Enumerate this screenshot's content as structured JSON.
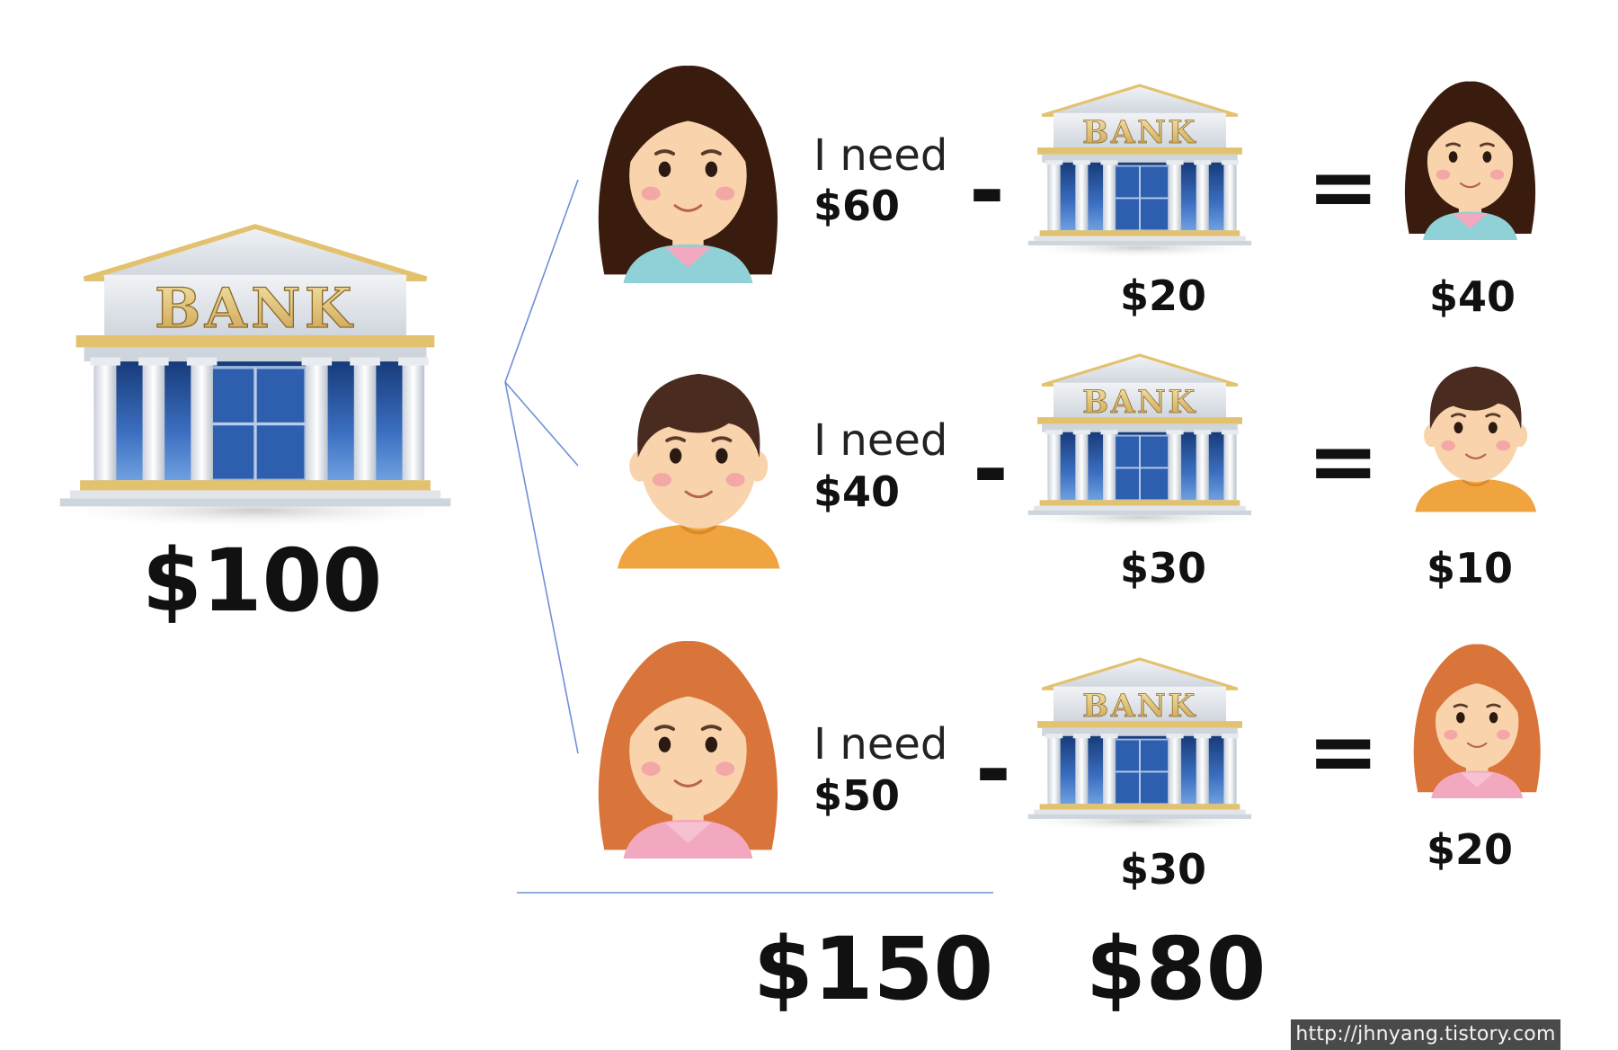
{
  "bank_sign": "BANK",
  "main_bank": {
    "amount": "$100"
  },
  "rows": [
    {
      "person": "girl-brown-hair",
      "need_label": "I need",
      "need_amount": "$60",
      "minus": "-",
      "bank_amount": "$20",
      "equals": "=",
      "result_amount": "$40"
    },
    {
      "person": "boy",
      "need_label": "I need",
      "need_amount": "$40",
      "minus": "-",
      "bank_amount": "$30",
      "equals": "=",
      "result_amount": "$10"
    },
    {
      "person": "girl-orange-hair",
      "need_label": "I need",
      "need_amount": "$50",
      "minus": "-",
      "bank_amount": "$30",
      "equals": "=",
      "result_amount": "$20"
    }
  ],
  "totals": {
    "need_total": "$150",
    "bank_total": "$80"
  },
  "watermark": "http://jhnyang.tistory.com",
  "colors": {
    "connector_line": "#6f8fd8",
    "bank_gold": "#e2c26e",
    "bank_stone": "#dfe4ea",
    "bank_window": "#2f5aa8",
    "skin": "#f8d3ab",
    "cheek": "#f3a7a7",
    "hair_dark": "#3a1c0e",
    "hair_boy": "#4a2b20",
    "hair_orange": "#d9743b",
    "shirt_teal": "#8fd1d6",
    "shirt_orange": "#f0a43f",
    "shirt_pink": "#f2a8bf"
  }
}
